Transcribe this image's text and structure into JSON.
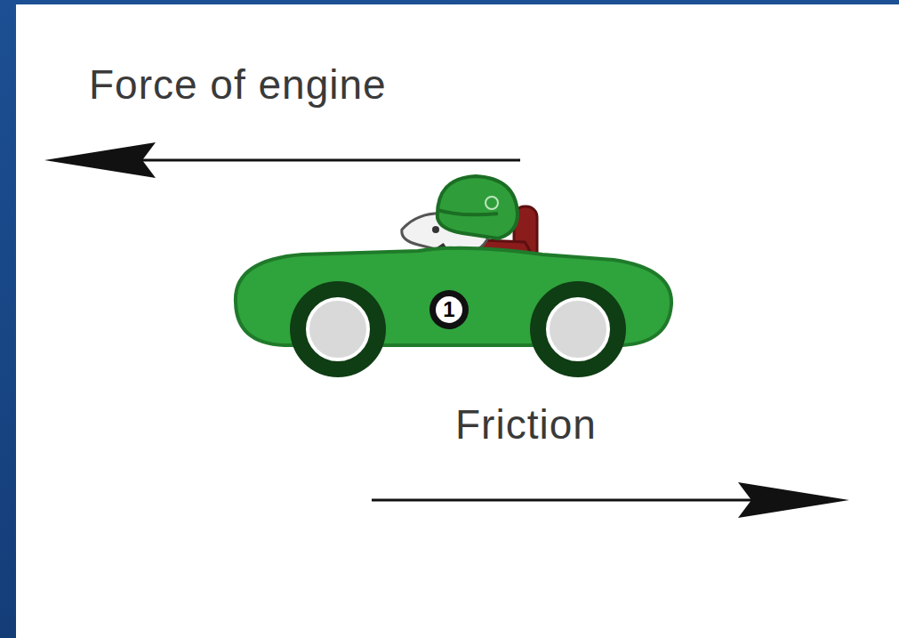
{
  "diagram": {
    "labels": [
      "Force of engine",
      "1",
      "Friction"
    ]
  }
}
